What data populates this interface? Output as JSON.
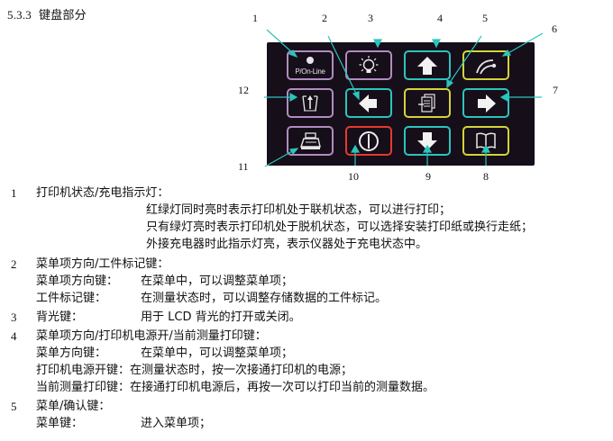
{
  "section": {
    "number": "5.3.3",
    "title": "键盘部分"
  },
  "keypad": {
    "panel_color": "#160e19",
    "colors": {
      "purple": "#b08cc0",
      "teal": "#2ac5bd",
      "yellow": "#d3d43a",
      "red": "#e53a2e",
      "leader": "#2ac5bd"
    },
    "keys": [
      {
        "row": 1,
        "col": 1,
        "icon": "led-indicator-icon",
        "label": "P/On-Line",
        "border": "purple"
      },
      {
        "row": 1,
        "col": 2,
        "icon": "lightbulb-icon",
        "border": "purple"
      },
      {
        "row": 1,
        "col": 3,
        "icon": "arrow-up-icon",
        "border": "teal"
      },
      {
        "row": 1,
        "col": 4,
        "icon": "curve-marker-icon",
        "border": "yellow"
      },
      {
        "row": 2,
        "col": 1,
        "icon": "paper-feed-icon",
        "border": "purple"
      },
      {
        "row": 2,
        "col": 2,
        "icon": "arrow-left-icon",
        "border": "teal"
      },
      {
        "row": 2,
        "col": 3,
        "icon": "menu-enter-icon",
        "border": "yellow"
      },
      {
        "row": 2,
        "col": 4,
        "icon": "arrow-right-icon",
        "border": "teal"
      },
      {
        "row": 3,
        "col": 1,
        "icon": "printer-icon",
        "border": "purple"
      },
      {
        "row": 3,
        "col": 2,
        "icon": "power-icon",
        "border": "red"
      },
      {
        "row": 3,
        "col": 3,
        "icon": "arrow-down-icon",
        "border": "teal"
      },
      {
        "row": 3,
        "col": 4,
        "icon": "book-icon",
        "border": "yellow"
      }
    ],
    "callouts": [
      "1",
      "2",
      "3",
      "4",
      "5",
      "6",
      "7",
      "8",
      "9",
      "10",
      "11",
      "12"
    ]
  },
  "items": [
    {
      "number": "1",
      "heading": "打印机状态/充电指示灯：",
      "lines": [
        "红绿灯同时亮时表示打印机处于联机状态，可以进行打印；",
        "只有绿灯亮时表示打印机处于脱机状态，可以选择安装打印纸或换行走纸；",
        "外接充电器时此指示灯亮，表示仪器处于充电状态中。"
      ]
    },
    {
      "number": "2",
      "heading": "菜单项方向/工件标记键：",
      "rows": [
        {
          "label": "菜单项方向键：",
          "desc": "在菜单中，可以调整菜单项；"
        },
        {
          "label": "工件标记键：",
          "desc": "在测量状态时，可以调整存储数据的工件标记。"
        }
      ]
    },
    {
      "number": "3",
      "heading": "背光键：",
      "desc": "用于 LCD 背光的打开或关闭。"
    },
    {
      "number": "4",
      "heading": "菜单项方向/打印机电源开/当前测量打印键：",
      "rows": [
        {
          "label": "菜单方向键：",
          "desc": "在菜单中，可以调整菜单项；"
        },
        {
          "label": "打印机电源开键：",
          "desc": "在测量状态时，按一次接通打印机的电源；"
        },
        {
          "label": "当前测量打印键：",
          "desc": "在接通打印机电源后，再按一次可以打印当前的测量数据。"
        }
      ]
    },
    {
      "number": "5",
      "heading": "菜单/确认键：",
      "rows": [
        {
          "label": "菜单键：",
          "desc": "进入菜单项；"
        }
      ]
    }
  ]
}
